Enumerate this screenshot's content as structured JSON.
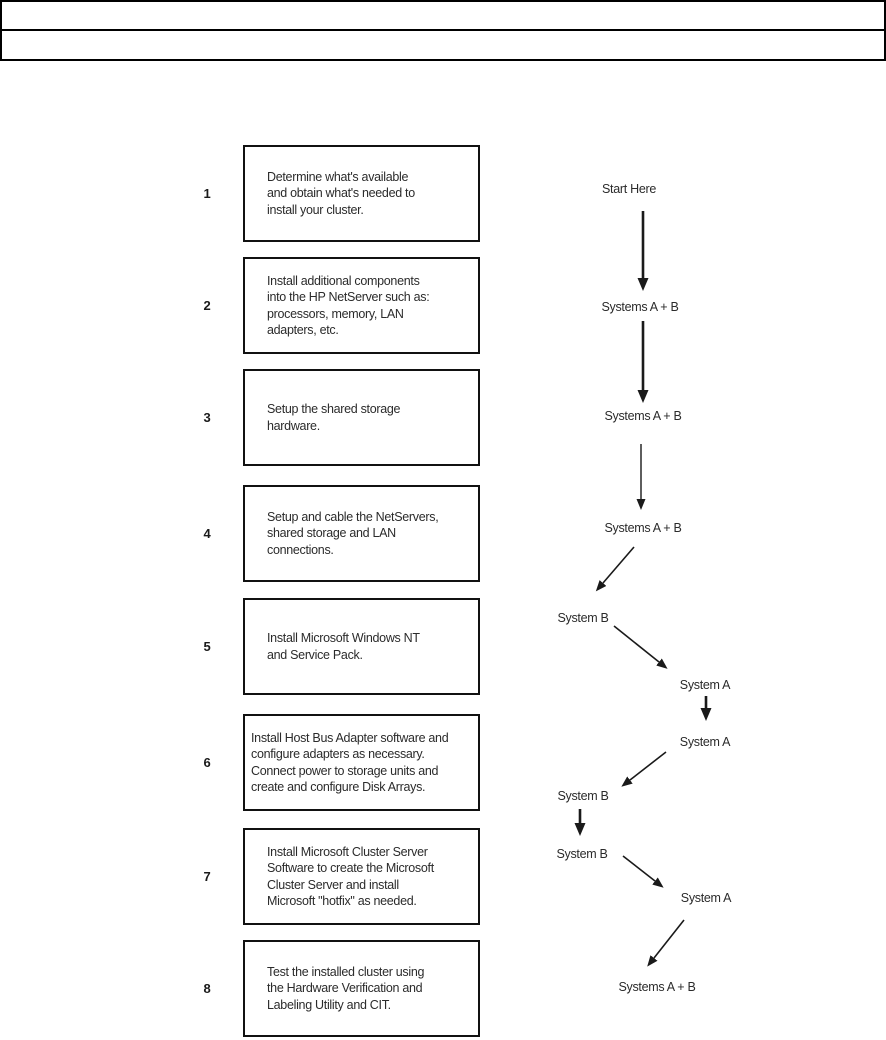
{
  "document": {
    "type": "cluster-installation-flowchart",
    "header_rows": 2
  },
  "colors": {
    "ink": "#1a1a1a",
    "box_border": "#111111",
    "background": "#ffffff"
  },
  "steps": [
    {
      "number": "1",
      "text": "Determine what's available\nand obtain what's needed to\ninstall your cluster."
    },
    {
      "number": "2",
      "text": "Install additional components\ninto the HP NetServer such as:\nprocessors, memory, LAN\nadapters, etc."
    },
    {
      "number": "3",
      "text": "Setup the shared storage\nhardware."
    },
    {
      "number": "4",
      "text": "Setup and cable the NetServers,\nshared storage and LAN\nconnections."
    },
    {
      "number": "5",
      "text": "Install Microsoft Windows NT\nand Service Pack."
    },
    {
      "number": "6",
      "text": "Install Host Bus Adapter software and\nconfigure adapters as necessary.\nConnect power to storage units and\ncreate and configure Disk Arrays."
    },
    {
      "number": "7",
      "text": "Install Microsoft Cluster Server\nSoftware to create the Microsoft\nCluster Server and install\nMicrosoft \"hotfix\" as needed."
    },
    {
      "number": "8",
      "text": "Test the installed cluster using\nthe Hardware Verification and\nLabeling Utility and CIT."
    }
  ],
  "flow_labels": [
    {
      "text": "Start Here"
    },
    {
      "text": "Systems A + B"
    },
    {
      "text": "Systems A + B"
    },
    {
      "text": "Systems A + B"
    },
    {
      "text": "System B"
    },
    {
      "text": "System A"
    },
    {
      "text": "System A"
    },
    {
      "text": "System B"
    },
    {
      "text": "System B"
    },
    {
      "text": "System A"
    },
    {
      "text": "Systems A + B"
    }
  ]
}
